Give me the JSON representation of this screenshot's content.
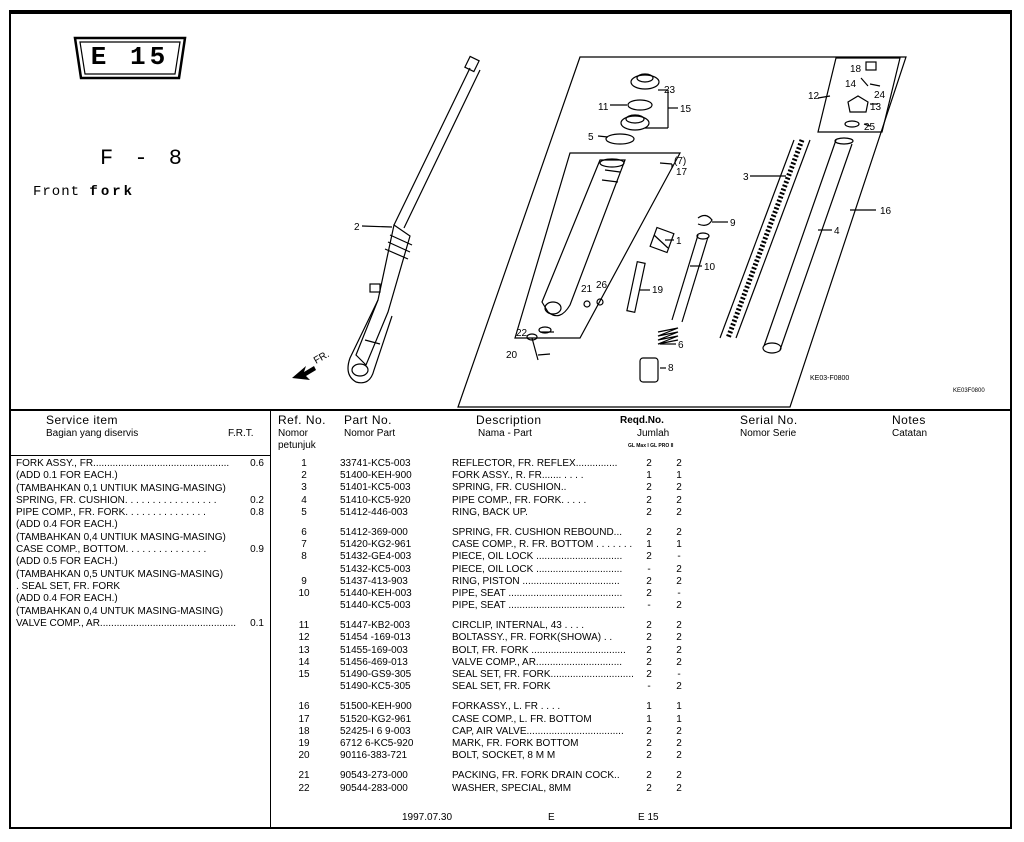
{
  "badge": {
    "code": "E 15"
  },
  "figure": {
    "code": "F - 8",
    "title_a": "Front ",
    "title_b": "fork"
  },
  "diagram": {
    "callouts": [
      "18",
      "14",
      "12",
      "24",
      "13",
      "25",
      "23",
      "11",
      "15",
      "5",
      "(7)",
      "17",
      "3",
      "9",
      "16",
      "2",
      "1",
      "4",
      "10",
      "21",
      "26",
      "19",
      "22",
      "6",
      "20",
      "8"
    ],
    "fr_label": "FR.",
    "code_a": "KE03-F0800",
    "code_b": "KE03F0800"
  },
  "headers": {
    "service_item": "Service    item",
    "service_item_id": "Bagian yang diservis",
    "frt": "F.R.T.",
    "ref_no": "Ref. No.",
    "ref_no_id": "Nomor",
    "ref_no_id2": "petunjuk",
    "part_no": "Part  No.",
    "part_no_id": "Nomor Part",
    "description": "Description",
    "description_id": "Nama - Part",
    "reqd": "Reqd.No.",
    "reqd_id": "Jumlah",
    "reqd_sub": "GL Max I  GL PRO II",
    "serial": "Serial No.",
    "serial_id": "Nomor Serie",
    "notes": "Notes",
    "notes_id": "Catatan"
  },
  "service_items": [
    {
      "text": "FORK ASSY., FR.................................................",
      "frt": "0.6"
    },
    {
      "text": "(ADD 0.1 FOR EACH.)",
      "frt": ""
    },
    {
      "text": "(TAMBAHKAN 0,1 UNTIUK MASING-MASING)",
      "frt": ""
    },
    {
      "text": "SPRING, FR. CUSHION. . . . . . . . . . . . . . . . .",
      "frt": "0.2"
    },
    {
      "text": "PIPE COMP., FR. FORK. . . . . . . . . . . . . . .",
      "frt": "0.8"
    },
    {
      "text": "(ADD 0.4 FOR EACH.)",
      "frt": ""
    },
    {
      "text": "(TAMBAHKAN 0,4 UNTIUK MASING-MASING)",
      "frt": ""
    },
    {
      "text": "CASE COMP., BOTTOM. . . . . . . . . . . . . . .",
      "frt": "0.9"
    },
    {
      "text": "(ADD 0.5 FOR EACH.)",
      "frt": ""
    },
    {
      "text": "(TAMBAHKAN 0,5 UNTUK MASING-MASING)",
      "frt": ""
    },
    {
      "text": ". SEAL SET, FR. FORK",
      "frt": ""
    },
    {
      "text": "(ADD 0.4 FOR EACH.)",
      "frt": ""
    },
    {
      "text": "(TAMBAHKAN 0,4 UNTUK MASING-MASING)",
      "frt": ""
    },
    {
      "text": "VALVE COMP., AR.................................................",
      "frt": "0.1"
    }
  ],
  "parts": [
    {
      "ref": "1",
      "pn": "33741-KC5-003",
      "desc": "REFLECTOR, FR. REFLEX...............",
      "q1": "2",
      "q2": "2"
    },
    {
      "ref": "2",
      "pn": "51400-KEH-900",
      "desc": "FORK ASSY., R. FR.......  .   .   .   .",
      "q1": "1",
      "q2": "1"
    },
    {
      "ref": "3",
      "pn": "51401-KC5-003",
      "desc": "SPRING, FR. CUSHION..",
      "q1": "2",
      "q2": "2"
    },
    {
      "ref": "4",
      "pn": "51410-KC5-920",
      "desc": "PIPE COMP., FR. FORK. .  .  .  .",
      "q1": "2",
      "q2": "2"
    },
    {
      "ref": "5",
      "pn": "51412-446-003",
      "desc": "RING, BACK UP.",
      "q1": "2",
      "q2": "2"
    },
    {
      "gap": true
    },
    {
      "ref": "6",
      "pn": "51412-369-000",
      "desc": "SPRING, FR. CUSHION REBOUND...",
      "q1": "2",
      "q2": "2"
    },
    {
      "ref": "7",
      "pn": "51420-KG2-961",
      "desc": "CASE COMP., R. FR. BOTTOM . . . . . . .",
      "q1": "1",
      "q2": "1"
    },
    {
      "ref": "8",
      "pn": "51432-GE4-003",
      "desc": "PIECE, OIL LOCK ...............................",
      "q1": "2",
      "q2": "-"
    },
    {
      "ref": "",
      "pn": "51432-KC5-003",
      "desc": "PIECE, OIL LOCK ...............................",
      "q1": "-",
      "q2": "2"
    },
    {
      "ref": "9",
      "pn": "51437-413-903",
      "desc": "RING, PISTON ...................................",
      "q1": "2",
      "q2": "2"
    },
    {
      "ref": "10",
      "pn": "51440-KEH-003",
      "desc": "PIPE, SEAT .........................................",
      "q1": "2",
      "q2": "-"
    },
    {
      "ref": "",
      "pn": "51440-KC5-003",
      "desc": "PIPE, SEAT ..........................................",
      "q1": "-",
      "q2": "2"
    },
    {
      "gap": true
    },
    {
      "ref": "11",
      "pn": "51447-KB2-003",
      "desc": "CIRCLIP, INTERNAL, 43  .  .  .  .",
      "q1": "2",
      "q2": "2"
    },
    {
      "ref": "12",
      "pn": "51454  -169-013",
      "desc": "BOLTASSY., FR. FORK(SHOWA) . .",
      "q1": "2",
      "q2": "2"
    },
    {
      "ref": "13",
      "pn": "51455-169-003",
      "desc": "BOLT, FR. FORK ..................................",
      "q1": "2",
      "q2": "2"
    },
    {
      "ref": "14",
      "pn": "51456-469-013",
      "desc": "VALVE COMP., AR...............................",
      "q1": "2",
      "q2": "2"
    },
    {
      "ref": "15",
      "pn": "51490-GS9-305",
      "desc": "SEAL SET, FR. FORK..............................",
      "q1": "2",
      "q2": "-"
    },
    {
      "ref": "",
      "pn": "51490-KC5-305",
      "desc": "SEAL SET, FR. FORK",
      "q1": "-",
      "q2": "2"
    },
    {
      "gap": true
    },
    {
      "ref": "16",
      "pn": "51500-KEH-900",
      "desc": "FORKASSY., L. FR  .   .   .   .",
      "q1": "1",
      "q2": "1"
    },
    {
      "ref": "17",
      "pn": "51520-KG2-961",
      "desc": "CASE COMP., L. FR. BOTTOM",
      "q1": "1",
      "q2": "1"
    },
    {
      "ref": "18",
      "pn": "52425-I 6 9-003",
      "desc": "CAP, AIR VALVE...................................",
      "q1": "2",
      "q2": "2"
    },
    {
      "ref": "19",
      "pn": "6712 6-KC5-920",
      "desc": "MARK, FR. FORK BOTTOM",
      "q1": "2",
      "q2": "2"
    },
    {
      "ref": "20",
      "pn": "90116-383-721",
      "desc": "BOLT, SOCKET, 8       M       M",
      "q1": "2",
      "q2": "2"
    },
    {
      "gap": true
    },
    {
      "ref": "21",
      "pn": "90543-273-000",
      "desc": "PACKING, FR. FORK DRAIN COCK..",
      "q1": "2",
      "q2": "2"
    },
    {
      "ref": "22",
      "pn": "90544-283-000",
      "desc": "WASHER, SPECIAL, 8MM",
      "q1": "2",
      "q2": "2"
    }
  ],
  "footer": {
    "date": "1997.07.30",
    "letter": "E",
    "page": "E 15"
  }
}
